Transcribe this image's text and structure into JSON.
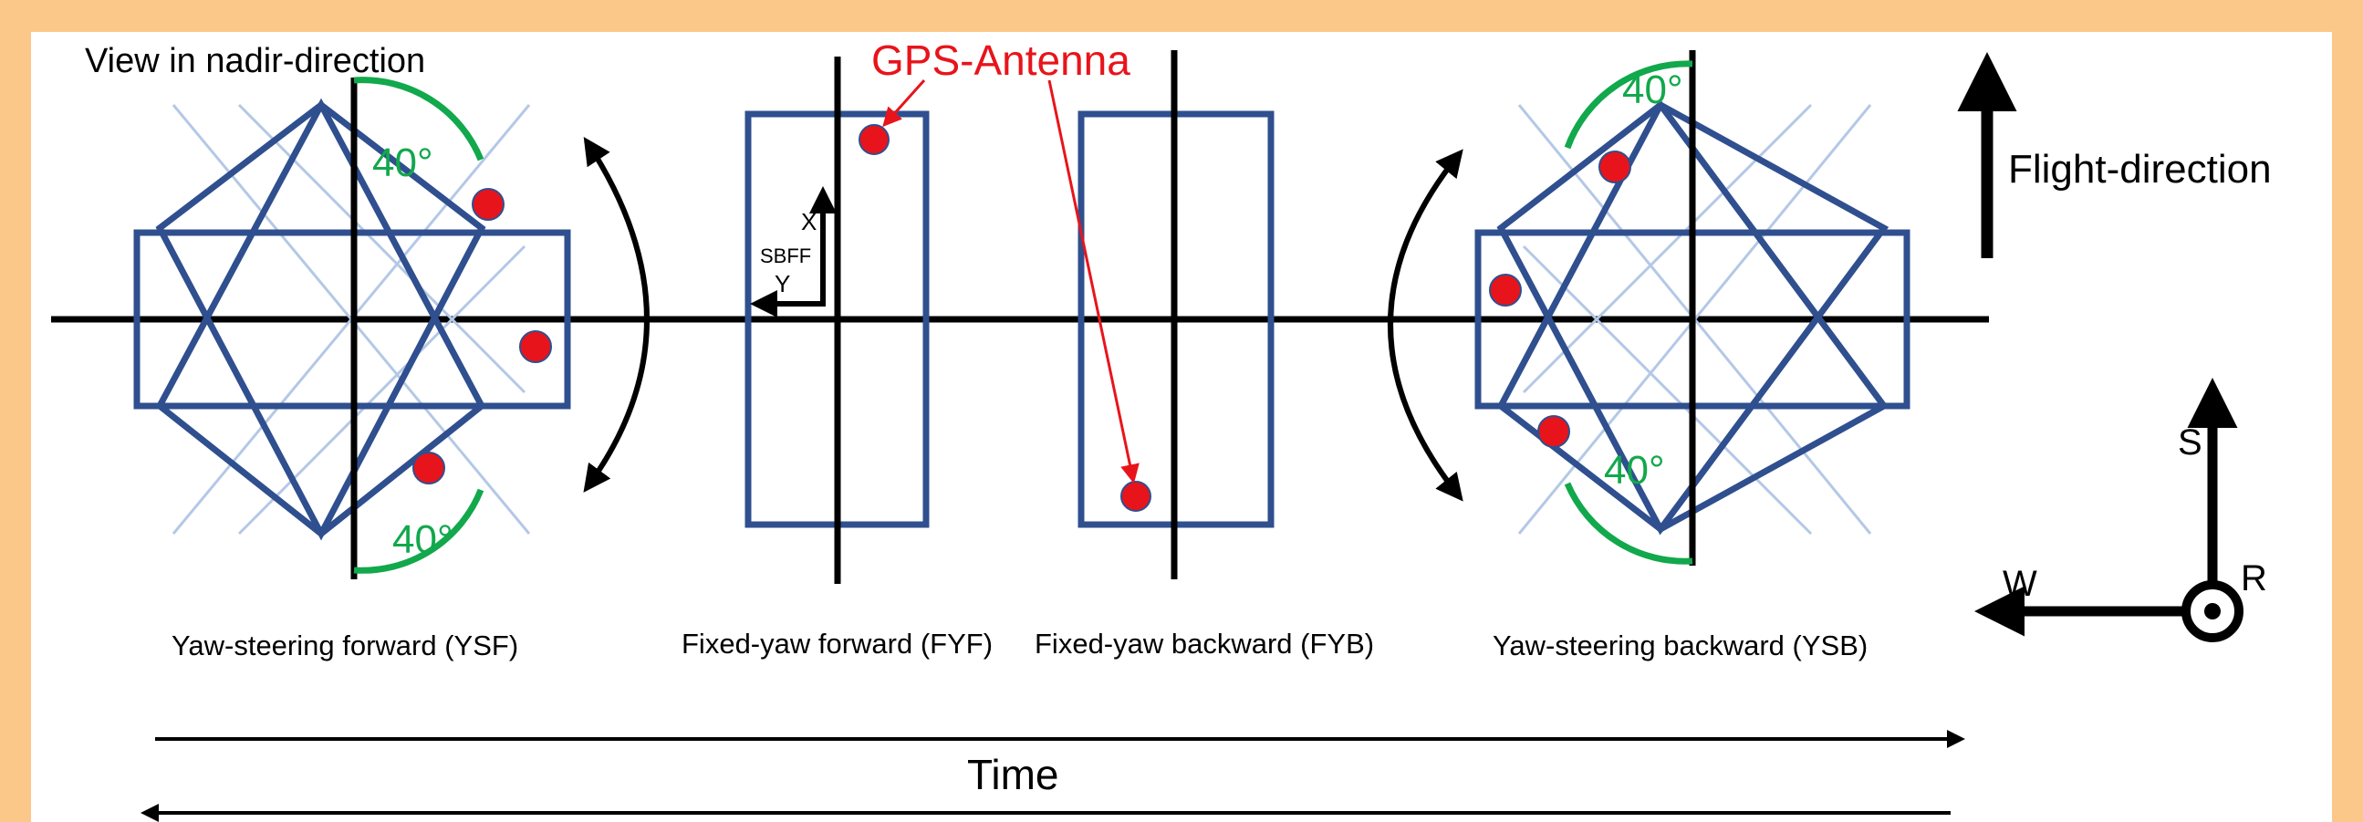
{
  "title": "View in nadir-direction",
  "gps_label": "GPS-Antenna",
  "flight_label": "Flight-direction",
  "angle_label": "40°",
  "sbff": {
    "x": "X",
    "y": "Y",
    "name": "SBFF"
  },
  "compass": {
    "s": "S",
    "w": "W",
    "r": "R"
  },
  "modes": [
    {
      "label": "Yaw-steering forward (YSF)"
    },
    {
      "label": "Fixed-yaw forward (FYF)"
    },
    {
      "label": "Fixed-yaw backward (FYB)"
    },
    {
      "label": "Yaw-steering backward (YSB)"
    }
  ],
  "time_label": "Time",
  "colors": {
    "frame": "#fcc88a",
    "panel": "#ffffff",
    "blue": "#2f4f8f",
    "gps": "#e8141b",
    "angle": "#12a84c",
    "axis": "#000000",
    "cross": "#b4c8e6"
  }
}
